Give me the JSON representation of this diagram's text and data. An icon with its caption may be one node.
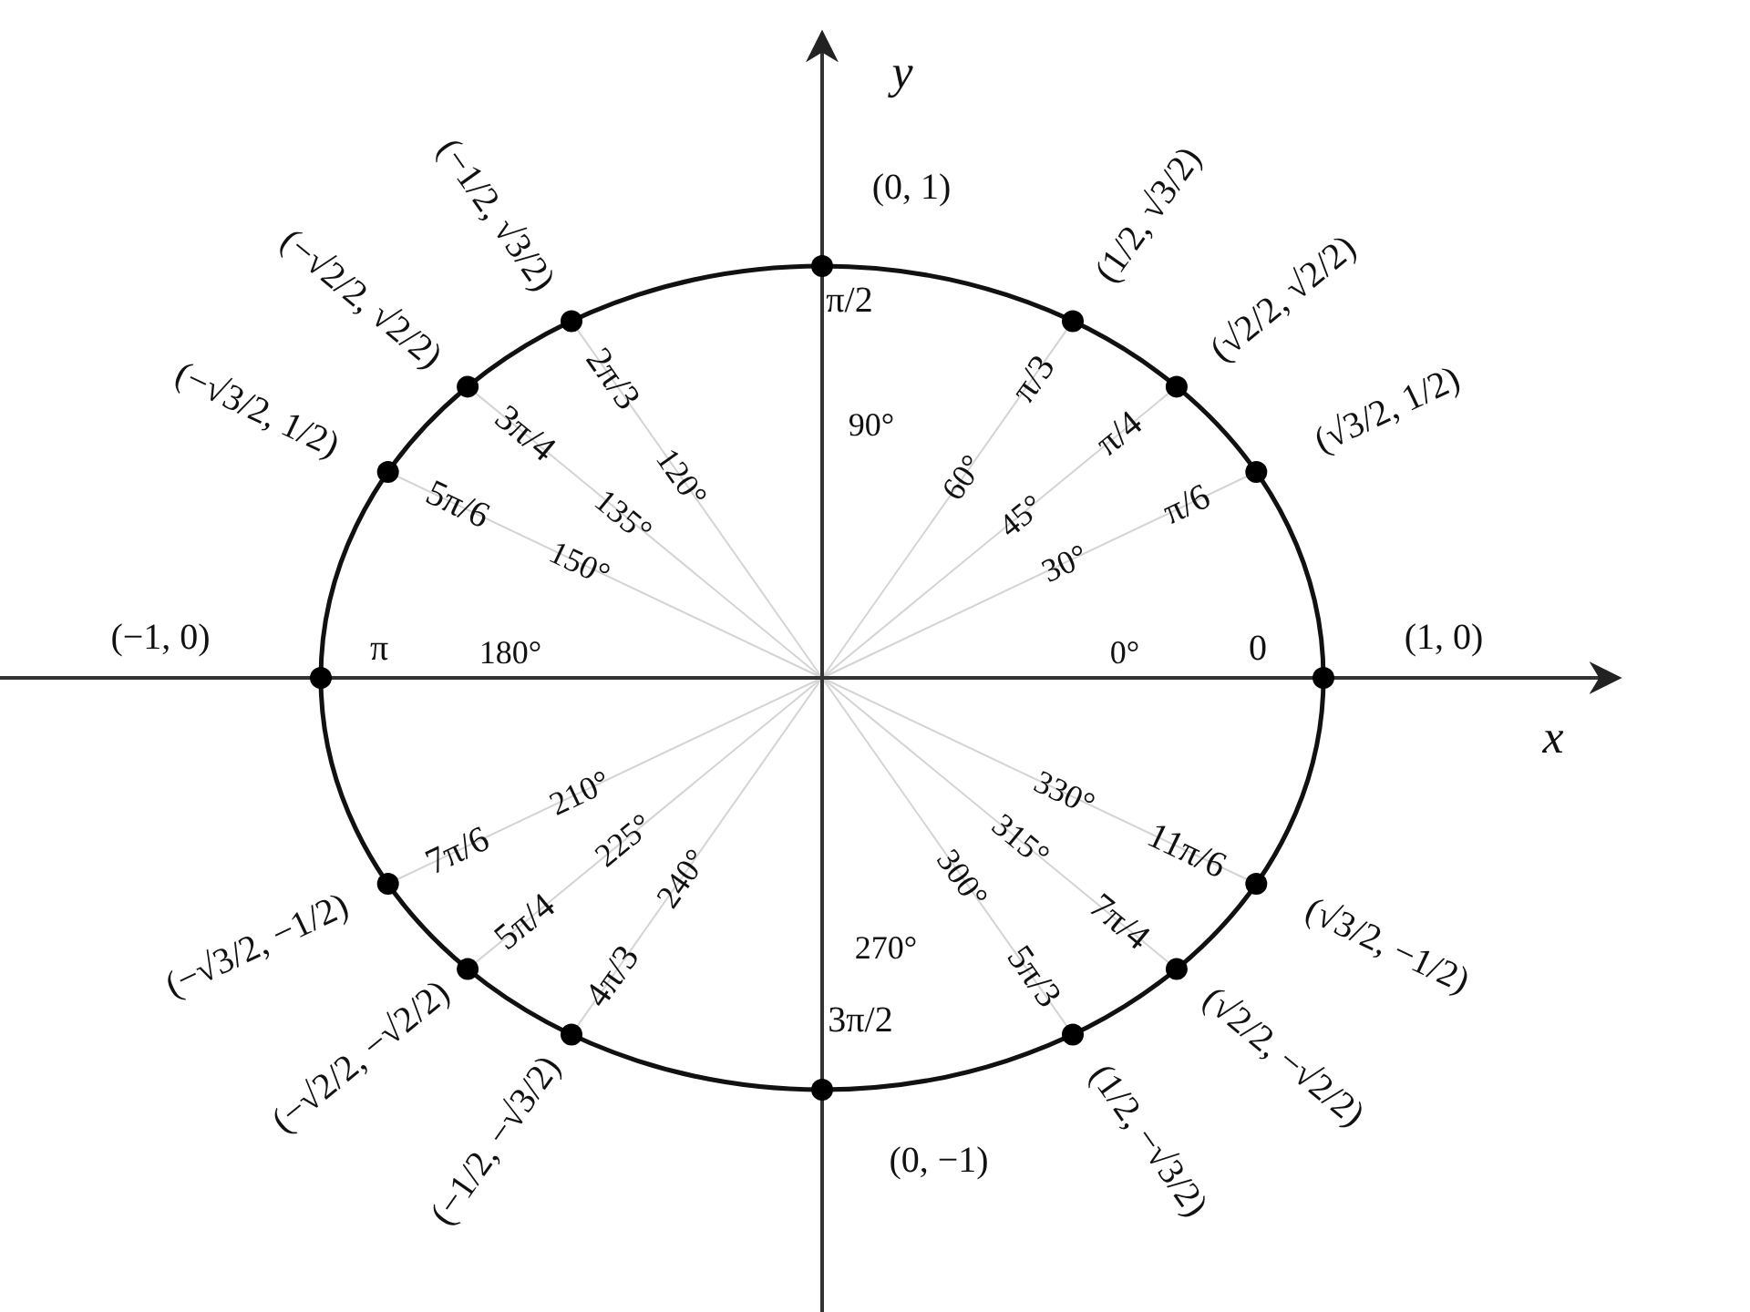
{
  "diagram": {
    "labels": [
      "y",
      "(−√3/2, 1/2)",
      "(−√2/2, √2/2)",
      "5π/6",
      "(−1/2, √3/2)",
      "3π/4",
      "150°",
      "2π/3",
      "135°",
      "120°",
      "π/2",
      "90°",
      "(0, 1)",
      "60°",
      "45°",
      "π/3",
      "30°",
      "π/4",
      "(1/2, √3/2)",
      "π/6",
      "(√2/2, √2/2)",
      "(√3/2, 1/2)",
      "(−1, 0)",
      "π",
      "180°",
      "0°",
      "0",
      "(1, 0)",
      "x",
      "(−√3/2, −1/2)",
      "(−√2/2, −√2/2)",
      "7π/6",
      "(−1/2, −√3/2)",
      "5π/4",
      "210°",
      "4π/3",
      "225°",
      "240°",
      "3π/2",
      "270°",
      "(0, −1)",
      "300°",
      "315°",
      "5π/3",
      "330°",
      "7π/4",
      "(1/2, −√3/2)",
      "11π/6",
      "(√2/2, −√2/2)",
      "(√3/2, −1/2)"
    ]
  }
}
